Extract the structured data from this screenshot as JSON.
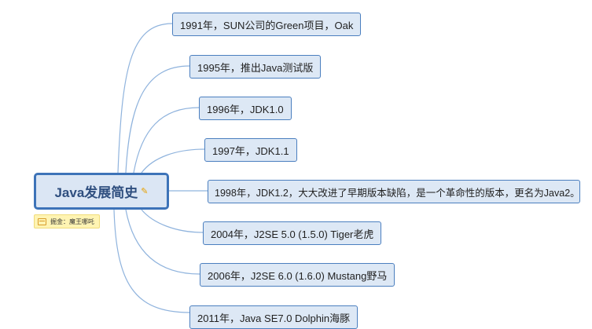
{
  "root": {
    "title": "Java发展简史",
    "tag": "掘金：魔王哪吒"
  },
  "branches": [
    "1991年，SUN公司的Green项目，Oak",
    "1995年，推出Java测试版",
    "1996年，JDK1.0",
    "1997年，JDK1.1",
    "1998年，JDK1.2，大大改进了早期版本缺陷，是一个革命性的版本，更名为Java2。",
    "2004年，J2SE 5.0 (1.5.0) Tiger老虎",
    "2006年，J2SE 6.0 (1.6.0) Mustang野马",
    "2011年，Java SE7.0 Dolphin海豚"
  ],
  "colors": {
    "connector": "#8fb3dd",
    "node_border": "#4b7fbf",
    "node_fill": "#dde8f5"
  }
}
